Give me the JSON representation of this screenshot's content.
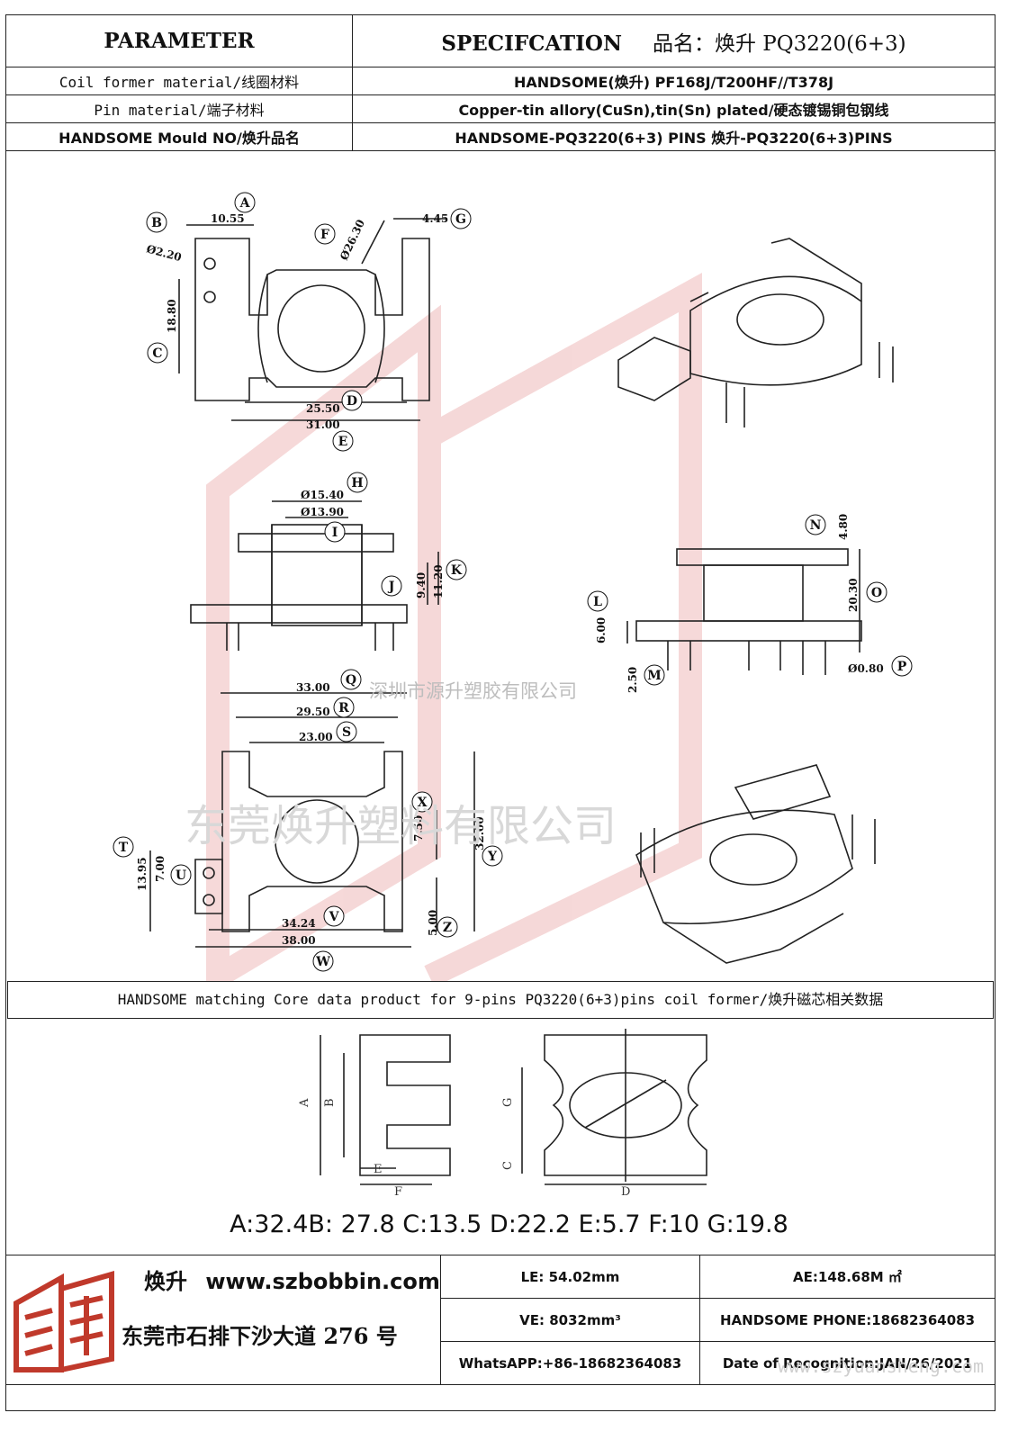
{
  "header": {
    "parameter": "PARAMETER",
    "specification": "SPECIFCATION",
    "product_name": "品名：焕升 PQ3220(6+3)"
  },
  "rows": [
    {
      "label": "Coil former material/线圈材料",
      "value": "HANDSOME(焕升)   PF168J/T200HF//T378J"
    },
    {
      "label": "Pin material/端子材料",
      "value": "Copper-tin allory(CuSn),tin(Sn) plated/硬态镀锡铜包钢线"
    },
    {
      "label": "HANDSOME Mould NO/焕升品名",
      "value": "HANDSOME-PQ3220(6+3) PINS    焕升-PQ3220(6+3)PINS"
    }
  ],
  "dimensions": {
    "A": "10.55",
    "B": "Ø2.20",
    "C": "18.80",
    "D": "25.50",
    "E": "31.00",
    "F": "Ø26.30",
    "G": "4.45",
    "H": "Ø15.40",
    "I": "Ø13.90",
    "J": "9.40",
    "K": "11.20",
    "L": "6.00",
    "M": "2.50",
    "N": "4.80",
    "O": "20.30",
    "P": "Ø0.80",
    "Q": "33.00",
    "R": "29.50",
    "S": "23.00",
    "T": "13.95",
    "U": "7.00",
    "V": "34.24",
    "W": "38.00",
    "X": "7.50",
    "Y": "32.00",
    "Z": "5.00"
  },
  "watermarks": {
    "line1": "深圳市源升塑胶有限公司",
    "line2": "东莞焕升塑料有限公司",
    "url": "www.szyuansheng.com"
  },
  "core": {
    "title": "HANDSOME matching Core data  product for 9-pins PQ3220(6+3)pins coil former/焕升磁芯相关数据",
    "labels": [
      "A",
      "B",
      "C",
      "D",
      "E",
      "F",
      "G"
    ],
    "values_line": "A:32.4B: 27.8 C:13.5 D:22.2 E:5.7 F:10 G:19.8"
  },
  "footer": {
    "brand_name": "焕升",
    "website": "www.szbobbin.com",
    "address": "东莞市石排下沙大道 276 号",
    "le": "LE: 54.02mm",
    "ae": "AE:148.68M ㎡",
    "ve": "VE: 8032mm³",
    "phone": "HANDSOME PHONE:18682364083",
    "whatsapp": "WhatsAPP:+86-18682364083",
    "date": "Date of Recognition:JAN/26/2021"
  },
  "colors": {
    "line": "#222222",
    "watermark_red": "#e9a8a8",
    "logo_red": "#c0392b"
  }
}
